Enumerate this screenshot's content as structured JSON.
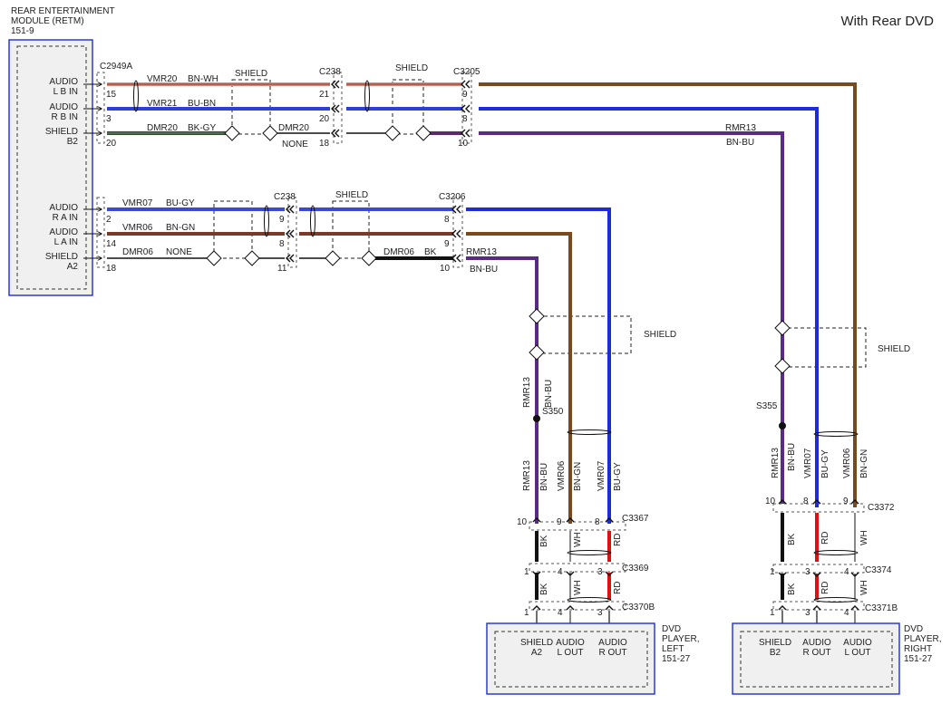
{
  "header": {
    "title": "With Rear DVD"
  },
  "modules": {
    "retm": {
      "line1": "REAR ENTERTAINMENT",
      "line2": "MODULE (RETM)",
      "line3": "151-9",
      "pins": [
        {
          "l1": "AUDIO",
          "l2": "L B IN"
        },
        {
          "l1": "AUDIO",
          "l2": "R B IN"
        },
        {
          "l1": "SHIELD",
          "l2": "B2"
        },
        {
          "l1": "AUDIO",
          "l2": "R A IN"
        },
        {
          "l1": "AUDIO",
          "l2": "L A IN"
        },
        {
          "l1": "SHIELD",
          "l2": "A2"
        }
      ]
    },
    "dvd_left": {
      "line1": "DVD",
      "line2": "PLAYER,",
      "line3": "LEFT",
      "line4": "151-27",
      "pins": [
        {
          "l1": "SHIELD",
          "l2": "A2"
        },
        {
          "l1": "AUDIO",
          "l2": "L OUT"
        },
        {
          "l1": "AUDIO",
          "l2": "R OUT"
        }
      ]
    },
    "dvd_right": {
      "line1": "DVD",
      "line2": "PLAYER,",
      "line3": "RIGHT",
      "line4": "151-27",
      "pins": [
        {
          "l1": "SHIELD",
          "l2": "B2"
        },
        {
          "l1": "AUDIO",
          "l2": "R OUT"
        },
        {
          "l1": "AUDIO",
          "l2": "L OUT"
        }
      ]
    }
  },
  "connectors": {
    "c2949a": "C2949A",
    "c238_top": "C238",
    "c3205": "C3205",
    "c238_mid": "C238",
    "c3206": "C3206",
    "c3367": "C3367",
    "c3369": "C3369",
    "c3370b": "C3370B",
    "c3372": "C3372",
    "c3374": "C3374",
    "c3371b": "C3371B"
  },
  "splices": {
    "s350": "S350",
    "s355": "S355"
  },
  "shield_label": "SHIELD",
  "circuits": {
    "vmr20": "VMR20",
    "bn_wh": "BN-WH",
    "vmr21": "VMR21",
    "bu_bn": "BU-BN",
    "dmr20": "DMR20",
    "bk_gy": "BK-GY",
    "none": "NONE",
    "rmr13": "RMR13",
    "bn_bu": "BN-BU",
    "vmr07": "VMR07",
    "bu_gy": "BU-GY",
    "vmr06": "VMR06",
    "bn_gn": "BN-GN",
    "dmr06": "DMR06",
    "bk": "BK",
    "wh": "WH",
    "rd": "RD"
  },
  "pin_numbers": {
    "p15": "15",
    "p3": "3",
    "p20": "20",
    "p21": "21",
    "p18": "18",
    "p9": "9",
    "p8": "8",
    "p10": "10",
    "p2": "2",
    "p14": "14",
    "p11": "11",
    "p1": "1",
    "p4": "4"
  },
  "colors": {
    "brown": "#7a4a1e",
    "blue": "#1c2cd6",
    "purple": "#5a2a86",
    "black": "#111111",
    "red": "#e01010",
    "module_border": "#1a2fd4"
  }
}
